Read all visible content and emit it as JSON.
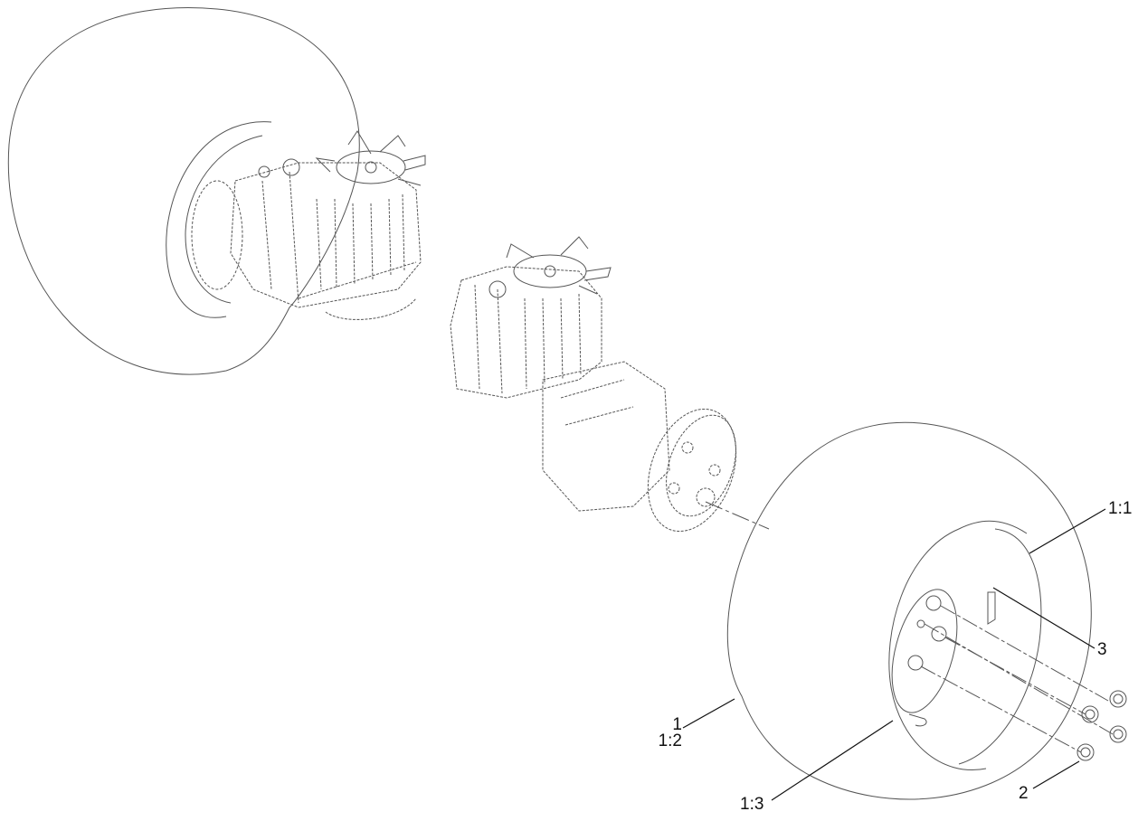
{
  "diagram": {
    "type": "exploded-parts-view",
    "subject": "Rear wheels and hydrostatic transaxles",
    "background": "#ffffff",
    "line_color": "#555555",
    "leader_color": "#111111"
  },
  "components": {
    "left_wheel": "tire-and-wheel-assembly-left",
    "left_transaxle": "hydrostatic-transaxle-left",
    "right_transaxle": "hydrostatic-transaxle-right",
    "right_wheel": "tire-and-wheel-assembly-right",
    "lug_nuts_count": 4
  },
  "callouts": [
    {
      "id": "c-1-1",
      "label": "1:1",
      "target": "tire"
    },
    {
      "id": "c-3",
      "label": "3",
      "target": "valve-stem-slot"
    },
    {
      "id": "c-1",
      "label": "1",
      "target": "wheel-assembly"
    },
    {
      "id": "c-1-2",
      "label": "1:2",
      "target": "rim"
    },
    {
      "id": "c-1-3",
      "label": "1:3",
      "target": "valve-stem"
    },
    {
      "id": "c-2",
      "label": "2",
      "target": "lug-nut"
    }
  ]
}
